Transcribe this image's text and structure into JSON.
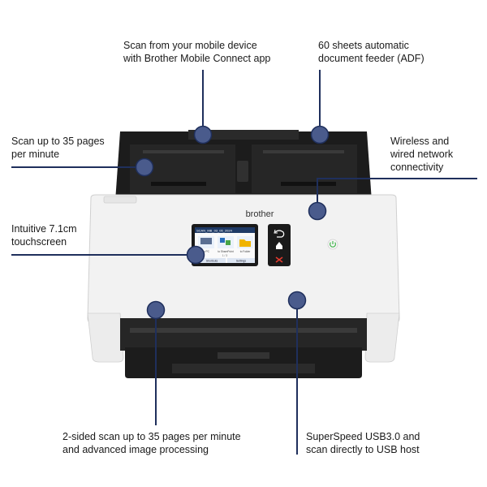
{
  "colors": {
    "callout_line": "#1f2f5c",
    "callout_dot_fill": "#4a5b8c",
    "scanner_body": "#f2f2f2",
    "scanner_dark": "#1c1c1c",
    "power_led": "#3fb24a"
  },
  "brand": "brother",
  "screen": {
    "header": "SCAN_MB_03_06_2024",
    "tiles": [
      "to PC",
      "to SharePoint",
      "to Folder"
    ],
    "pager": "1 / 3",
    "buttons": [
      "Shortcuts",
      "Settings"
    ]
  },
  "side_buttons": [
    "back-icon",
    "home-icon",
    "stop-icon"
  ],
  "callouts": {
    "mobile": [
      "Scan from your mobile device",
      "with Brother Mobile Connect app"
    ],
    "adf": [
      "60 sheets automatic",
      "document feeder (ADF)"
    ],
    "speed": [
      "Scan up to 35 pages",
      "per minute"
    ],
    "network": [
      "Wireless and",
      "wired network",
      "connectivity"
    ],
    "touchscreen": [
      "Intuitive 7.1cm",
      "touchscreen"
    ],
    "duplex": [
      "2-sided scan up to 35 pages per minute",
      "and advanced image processing"
    ],
    "usb": [
      "SuperSpeed USB3.0 and",
      "scan directly to USB host"
    ]
  }
}
